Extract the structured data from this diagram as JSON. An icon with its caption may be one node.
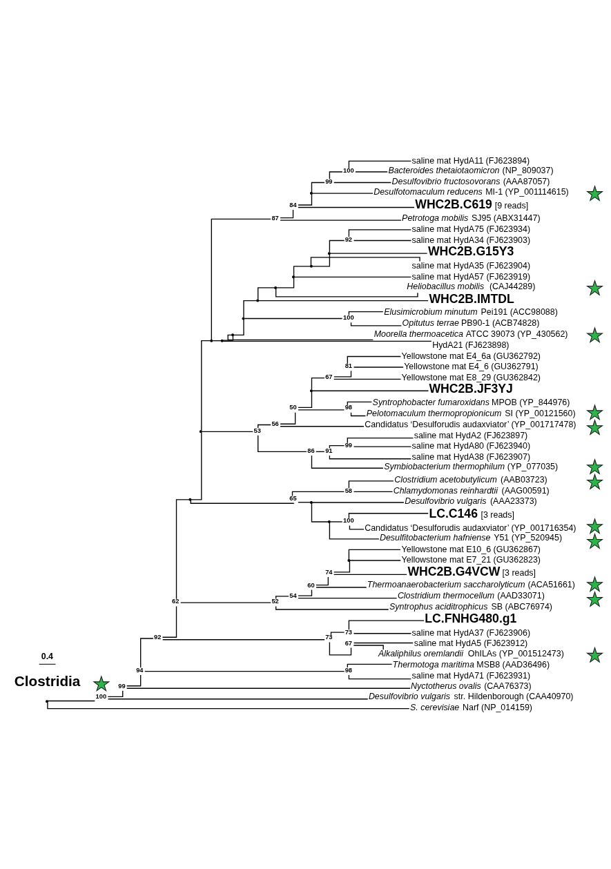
{
  "diagram": {
    "nodes": [
      {
        "text": [],
        "shape": "point"
      },
      {
        "text": [],
        "shape": "point",
        "beside": [
          "100"
        ]
      },
      {
        "text": [],
        "shape": "point",
        "beside": [
          "99"
        ]
      },
      {
        "text": [],
        "shape": "point",
        "beside": [
          "94"
        ]
      },
      {
        "text": [],
        "shape": "point",
        "beside": [
          "92"
        ]
      },
      {
        "text": [],
        "shape": "point",
        "beside": [
          "62"
        ]
      },
      {
        "text": [],
        "shape": "point"
      },
      {
        "text": [],
        "shape": "point"
      },
      {
        "text": [],
        "shape": "point"
      },
      {
        "text": [],
        "shape": "point",
        "beside": [
          "87"
        ]
      },
      {
        "text": [],
        "shape": "point",
        "beside": [
          "84"
        ]
      },
      {
        "text": [],
        "shape": "point"
      },
      {
        "text": [],
        "shape": "point",
        "beside": [
          "99"
        ]
      },
      {
        "text": [],
        "shape": "point",
        "beside": [
          "100"
        ]
      },
      {
        "text": [
          "saline mat HydA11 (FJ623894)"
        ]
      },
      {
        "text": [
          "*Bacteroides thetaiotaomicron* (NP_809037)"
        ]
      },
      {
        "text": [
          "*Desulfovibrio fructosovorans* (AAA87057)"
        ]
      },
      {
        "text": [
          "*Desulfotomaculum reducens* MI-1 (YP_001114615)"
        ]
      },
      {
        "text": [
          "**WHC2B.C619** [9 reads]"
        ]
      },
      {
        "text": [
          "*Petrotoga mobilis* SJ95 (ABX31447)"
        ]
      },
      {
        "text": [],
        "shape": "point"
      },
      {
        "text": [],
        "shape": "point"
      },
      {
        "text": [],
        "shape": "point"
      },
      {
        "text": [],
        "shape": "point"
      },
      {
        "text": [],
        "shape": "point"
      },
      {
        "text": [],
        "shape": "point"
      },
      {
        "text": [],
        "shape": "point"
      },
      {
        "text": [],
        "shape": "point"
      },
      {
        "text": [],
        "shape": "point",
        "beside": [
          "92"
        ]
      },
      {
        "text": [
          "saline mat HydA75 (FJ623934)"
        ]
      },
      {
        "text": [
          "saline mat HydA34 (FJ623903)"
        ]
      },
      {
        "text": [
          "WHC2B.G15Y3"
        ]
      },
      {
        "text": [
          "saline mat HydA35 (FJ623904)"
        ]
      },
      {
        "text": [
          "saline mat HydA57 (FJ623919)"
        ]
      },
      {
        "text": [
          "*Heliobacillus mobilis* (CAJ44289)"
        ]
      },
      {
        "text": [
          "WHC2B.IMTDL"
        ]
      },
      {
        "text": [],
        "shape": "point",
        "beside": [
          "100"
        ]
      },
      {
        "text": [
          "*Elusimicrobium minutum* Pei191 (ACC98088)"
        ]
      },
      {
        "text": [
          "*Opitutus terrae* PB90-1 (ACB74828)"
        ]
      },
      {
        "text": [
          "*Moorella thermoacetica* ATCC 39073 (YP_430562)"
        ]
      },
      {
        "text": [
          "HydA21 (FJ623898)"
        ]
      },
      {
        "text": [],
        "shape": "point",
        "beside": [
          "53"
        ]
      },
      {
        "text": [],
        "shape": "point",
        "beside": [
          "56"
        ]
      },
      {
        "text": [],
        "shape": "point",
        "beside": [
          "50"
        ]
      },
      {
        "text": [],
        "shape": "point"
      },
      {
        "text": [],
        "shape": "point",
        "beside": [
          "67"
        ]
      },
      {
        "text": [],
        "shape": "point",
        "beside": [
          "81"
        ]
      },
      {
        "text": [
          "Yellowstone mat E4_6a (GU362792)"
        ]
      },
      {
        "text": [
          "Yellowstone mat E4_6 (GU362791)"
        ]
      },
      {
        "text": [
          "Yellowstone mat E8_29 (GU362842)"
        ]
      },
      {
        "text": [
          "WHC2B.JF3YJ"
        ]
      },
      {
        "text": [],
        "shape": "point",
        "beside": [
          "98"
        ]
      },
      {
        "text": [
          "*Syntrophobacter fumaroxidans* MPOB (YP_844976)"
        ]
      },
      {
        "text": [
          "*Pelotomaculum thermopropionicum* SI (YP_00121560)"
        ]
      },
      {
        "text": [
          "Candidatus ‘Desulforudis audaxviator’ (YP_001717478)"
        ]
      },
      {
        "text": [],
        "shape": "point",
        "beside": [
          "86"
        ]
      },
      {
        "text": [],
        "shape": "point",
        "beside": [
          "91"
        ]
      },
      {
        "text": [],
        "shape": "point",
        "beside": [
          "99"
        ]
      },
      {
        "text": [
          "saline mat HydA2 (FJ623897)"
        ]
      },
      {
        "text": [
          "saline mat HydA80 (FJ623940)"
        ]
      },
      {
        "text": [
          "saline mat HydA38 (FJ623907)"
        ]
      },
      {
        "text": [
          "*Symbiobacterium thermophilum* (YP_077035)"
        ]
      },
      {
        "text": [],
        "shape": "point",
        "beside": [
          "65"
        ]
      },
      {
        "text": [],
        "shape": "point",
        "beside": [
          "58"
        ]
      },
      {
        "text": [
          "*Clostridium acetobutylicum* (AAB03723)"
        ]
      },
      {
        "text": [
          "*Chlamydomonas reinhardtii* (AAG00591)"
        ]
      },
      {
        "text": [],
        "shape": "point"
      },
      {
        "text": [
          "*Desulfovibrio vulgaris* (AAA23373)"
        ]
      },
      {
        "text": [],
        "shape": "point"
      },
      {
        "text": [],
        "shape": "point",
        "beside": [
          "100"
        ]
      },
      {
        "text": [
          "**LC.C146** [3 reads]"
        ]
      },
      {
        "text": [
          "Candidatus ‘Desulforudis audaxviator’ (YP_001716354)"
        ]
      },
      {
        "text": [
          "*Desulfitobacterium hafniense* Y51 (YP_520945)"
        ]
      },
      {
        "text": [],
        "shape": "point",
        "beside": [
          "52"
        ]
      },
      {
        "text": [],
        "shape": "point",
        "beside": [
          "54"
        ]
      },
      {
        "text": [],
        "shape": "point",
        "beside": [
          "60"
        ]
      },
      {
        "text": [],
        "shape": "point",
        "beside": [
          "74"
        ]
      },
      {
        "text": [],
        "shape": "point"
      },
      {
        "text": [
          "Yellowstone mat E10_6 (GU362867)"
        ]
      },
      {
        "text": [
          "Yellowstone mat E7_21 (GU362823)"
        ]
      },
      {
        "text": [
          "**WHC2B.G4VCW** [3 reads]"
        ]
      },
      {
        "text": [
          "*Thermoanaerobacterium saccharolyticum* (ACA51661)"
        ]
      },
      {
        "text": [
          "*Clostridium thermocellum* (AAD33071)"
        ]
      },
      {
        "text": [
          "*Syntrophus aciditrophicus* SB (ABC76974)"
        ]
      },
      {
        "text": [],
        "shape": "point",
        "beside": [
          "73"
        ]
      },
      {
        "text": [],
        "shape": "point",
        "beside": [
          "73"
        ]
      },
      {
        "text": [
          "LC.FNHG480.g1"
        ]
      },
      {
        "text": [
          "saline mat HydA37 (FJ623906)"
        ]
      },
      {
        "text": [],
        "shape": "point",
        "beside": [
          "67"
        ]
      },
      {
        "text": [
          "saline mat HydA5 (FJ623912)"
        ]
      },
      {
        "text": [
          "*Alkaliphilus oremlandii* OhILAs (YP_001512473)"
        ]
      },
      {
        "text": [],
        "shape": "point",
        "beside": [
          "98"
        ]
      },
      {
        "text": [
          "*Thermotoga maritima* MSB8 (AAD36496)"
        ]
      },
      {
        "text": [
          "saline mat HydA71 (FJ623931)"
        ]
      },
      {
        "text": [
          "*Nyctotherus ovalis* (CAA76373)"
        ]
      },
      {
        "text": [
          "*Desulfovibrio vulgaris* str. Hildenborough (CAA40970)"
        ]
      },
      {
        "text": [
          "*S. cerevisiae* Narf (NP_014159)"
        ]
      },
      {
        "text": [],
        "shape": "star"
      },
      {
        "text": [],
        "shape": "star"
      },
      {
        "text": [],
        "shape": "star"
      },
      {
        "text": [],
        "shape": "star"
      },
      {
        "text": [],
        "shape": "star"
      },
      {
        "text": [],
        "shape": "star"
      },
      {
        "text": [],
        "shape": "star"
      },
      {
        "text": [],
        "shape": "star"
      },
      {
        "text": [],
        "shape": "star"
      },
      {
        "text": [],
        "shape": "star"
      },
      {
        "text": [],
        "shape": "star"
      },
      {
        "text": [],
        "shape": "star"
      },
      {
        "text": [],
        "shape": "star"
      }
    ],
    "edges": [
      {
        "from": 0,
        "to": 1,
        "arrow": "none"
      },
      {
        "from": 0,
        "to": 96,
        "arrow": "none"
      },
      {
        "from": 1,
        "to": 2,
        "arrow": "none"
      },
      {
        "from": 1,
        "to": 95,
        "arrow": "none"
      },
      {
        "from": 2,
        "to": 3,
        "arrow": "none"
      },
      {
        "from": 2,
        "to": 94,
        "arrow": "none"
      },
      {
        "from": 3,
        "to": 4,
        "arrow": "none"
      },
      {
        "from": 3,
        "to": 91,
        "arrow": "none"
      },
      {
        "from": 4,
        "to": 5,
        "arrow": "none"
      },
      {
        "from": 4,
        "to": 84,
        "arrow": "none"
      },
      {
        "from": 5,
        "to": 6,
        "arrow": "none"
      },
      {
        "from": 5,
        "to": 73,
        "arrow": "none"
      },
      {
        "from": 6,
        "to": 7,
        "arrow": "none"
      },
      {
        "from": 6,
        "to": 62,
        "arrow": "none"
      },
      {
        "from": 7,
        "to": 8,
        "arrow": "none"
      },
      {
        "from": 7,
        "to": 41,
        "arrow": "none"
      },
      {
        "from": 8,
        "to": 9,
        "arrow": "none"
      },
      {
        "from": 8,
        "to": 20,
        "arrow": "none"
      },
      {
        "from": 9,
        "to": 10,
        "arrow": "none"
      },
      {
        "from": 9,
        "to": 19,
        "arrow": "none"
      },
      {
        "from": 10,
        "to": 11,
        "arrow": "none"
      },
      {
        "from": 10,
        "to": 18,
        "arrow": "none"
      },
      {
        "from": 11,
        "to": 12,
        "arrow": "none"
      },
      {
        "from": 11,
        "to": 17,
        "arrow": "none"
      },
      {
        "from": 12,
        "to": 13,
        "arrow": "none"
      },
      {
        "from": 12,
        "to": 16,
        "arrow": "none"
      },
      {
        "from": 13,
        "to": 14,
        "arrow": "none"
      },
      {
        "from": 13,
        "to": 15,
        "arrow": "none"
      },
      {
        "from": 20,
        "to": 21,
        "arrow": "none"
      },
      {
        "from": 20,
        "to": 40,
        "arrow": "none"
      },
      {
        "from": 21,
        "to": 22,
        "arrow": "none"
      },
      {
        "from": 21,
        "to": 39,
        "arrow": "none"
      },
      {
        "from": 22,
        "to": 23,
        "arrow": "none"
      },
      {
        "from": 22,
        "to": 36,
        "arrow": "none"
      },
      {
        "from": 23,
        "to": 24,
        "arrow": "none"
      },
      {
        "from": 23,
        "to": 35,
        "arrow": "none"
      },
      {
        "from": 24,
        "to": 25,
        "arrow": "none"
      },
      {
        "from": 24,
        "to": 34,
        "arrow": "none"
      },
      {
        "from": 25,
        "to": 26,
        "arrow": "none"
      },
      {
        "from": 25,
        "to": 33,
        "arrow": "none"
      },
      {
        "from": 26,
        "to": 27,
        "arrow": "none"
      },
      {
        "from": 26,
        "to": 32,
        "arrow": "none"
      },
      {
        "from": 27,
        "to": 28,
        "arrow": "none"
      },
      {
        "from": 27,
        "to": 31,
        "arrow": "none"
      },
      {
        "from": 28,
        "to": 29,
        "arrow": "none"
      },
      {
        "from": 28,
        "to": 30,
        "arrow": "none"
      },
      {
        "from": 36,
        "to": 37,
        "arrow": "none"
      },
      {
        "from": 36,
        "to": 38,
        "arrow": "none"
      },
      {
        "from": 41,
        "to": 42,
        "arrow": "none"
      },
      {
        "from": 41,
        "to": 55,
        "arrow": "none"
      },
      {
        "from": 42,
        "to": 43,
        "arrow": "none"
      },
      {
        "from": 42,
        "to": 54,
        "arrow": "none"
      },
      {
        "from": 43,
        "to": 44,
        "arrow": "none"
      },
      {
        "from": 43,
        "to": 51,
        "arrow": "none"
      },
      {
        "from": 44,
        "to": 45,
        "arrow": "none"
      },
      {
        "from": 44,
        "to": 50,
        "arrow": "none"
      },
      {
        "from": 45,
        "to": 46,
        "arrow": "none"
      },
      {
        "from": 45,
        "to": 49,
        "arrow": "none"
      },
      {
        "from": 46,
        "to": 47,
        "arrow": "none"
      },
      {
        "from": 46,
        "to": 48,
        "arrow": "none"
      },
      {
        "from": 51,
        "to": 52,
        "arrow": "none"
      },
      {
        "from": 51,
        "to": 53,
        "arrow": "none"
      },
      {
        "from": 55,
        "to": 56,
        "arrow": "none"
      },
      {
        "from": 55,
        "to": 61,
        "arrow": "none"
      },
      {
        "from": 56,
        "to": 57,
        "arrow": "none"
      },
      {
        "from": 56,
        "to": 60,
        "arrow": "none"
      },
      {
        "from": 57,
        "to": 58,
        "arrow": "none"
      },
      {
        "from": 57,
        "to": 59,
        "arrow": "none"
      },
      {
        "from": 62,
        "to": 63,
        "arrow": "none"
      },
      {
        "from": 62,
        "to": 66,
        "arrow": "none"
      },
      {
        "from": 63,
        "to": 64,
        "arrow": "none"
      },
      {
        "from": 63,
        "to": 65,
        "arrow": "none"
      },
      {
        "from": 66,
        "to": 67,
        "arrow": "none"
      },
      {
        "from": 66,
        "to": 68,
        "arrow": "none"
      },
      {
        "from": 68,
        "to": 69,
        "arrow": "none"
      },
      {
        "from": 68,
        "to": 72,
        "arrow": "none"
      },
      {
        "from": 69,
        "to": 70,
        "arrow": "none"
      },
      {
        "from": 69,
        "to": 71,
        "arrow": "none"
      },
      {
        "from": 73,
        "to": 74,
        "arrow": "none"
      },
      {
        "from": 73,
        "to": 83,
        "arrow": "none"
      },
      {
        "from": 74,
        "to": 75,
        "arrow": "none"
      },
      {
        "from": 74,
        "to": 82,
        "arrow": "none"
      },
      {
        "from": 75,
        "to": 76,
        "arrow": "none"
      },
      {
        "from": 75,
        "to": 81,
        "arrow": "none"
      },
      {
        "from": 76,
        "to": 77,
        "arrow": "none"
      },
      {
        "from": 76,
        "to": 80,
        "arrow": "none"
      },
      {
        "from": 77,
        "to": 78,
        "arrow": "none"
      },
      {
        "from": 77,
        "to": 79,
        "arrow": "none"
      },
      {
        "from": 84,
        "to": 85,
        "arrow": "none"
      },
      {
        "from": 84,
        "to": 88,
        "arrow": "none"
      },
      {
        "from": 85,
        "to": 86,
        "arrow": "none"
      },
      {
        "from": 85,
        "to": 87,
        "arrow": "none"
      },
      {
        "from": 88,
        "to": 89,
        "arrow": "none"
      },
      {
        "from": 88,
        "to": 90,
        "arrow": "none"
      },
      {
        "from": 91,
        "to": 92,
        "arrow": "none"
      },
      {
        "from": 91,
        "to": 93,
        "arrow": "none"
      }
    ],
    "labels": [
      "0.4"
    ],
    "legend": [
      {
        "text": "Clostridia"
      }
    ]
  }
}
